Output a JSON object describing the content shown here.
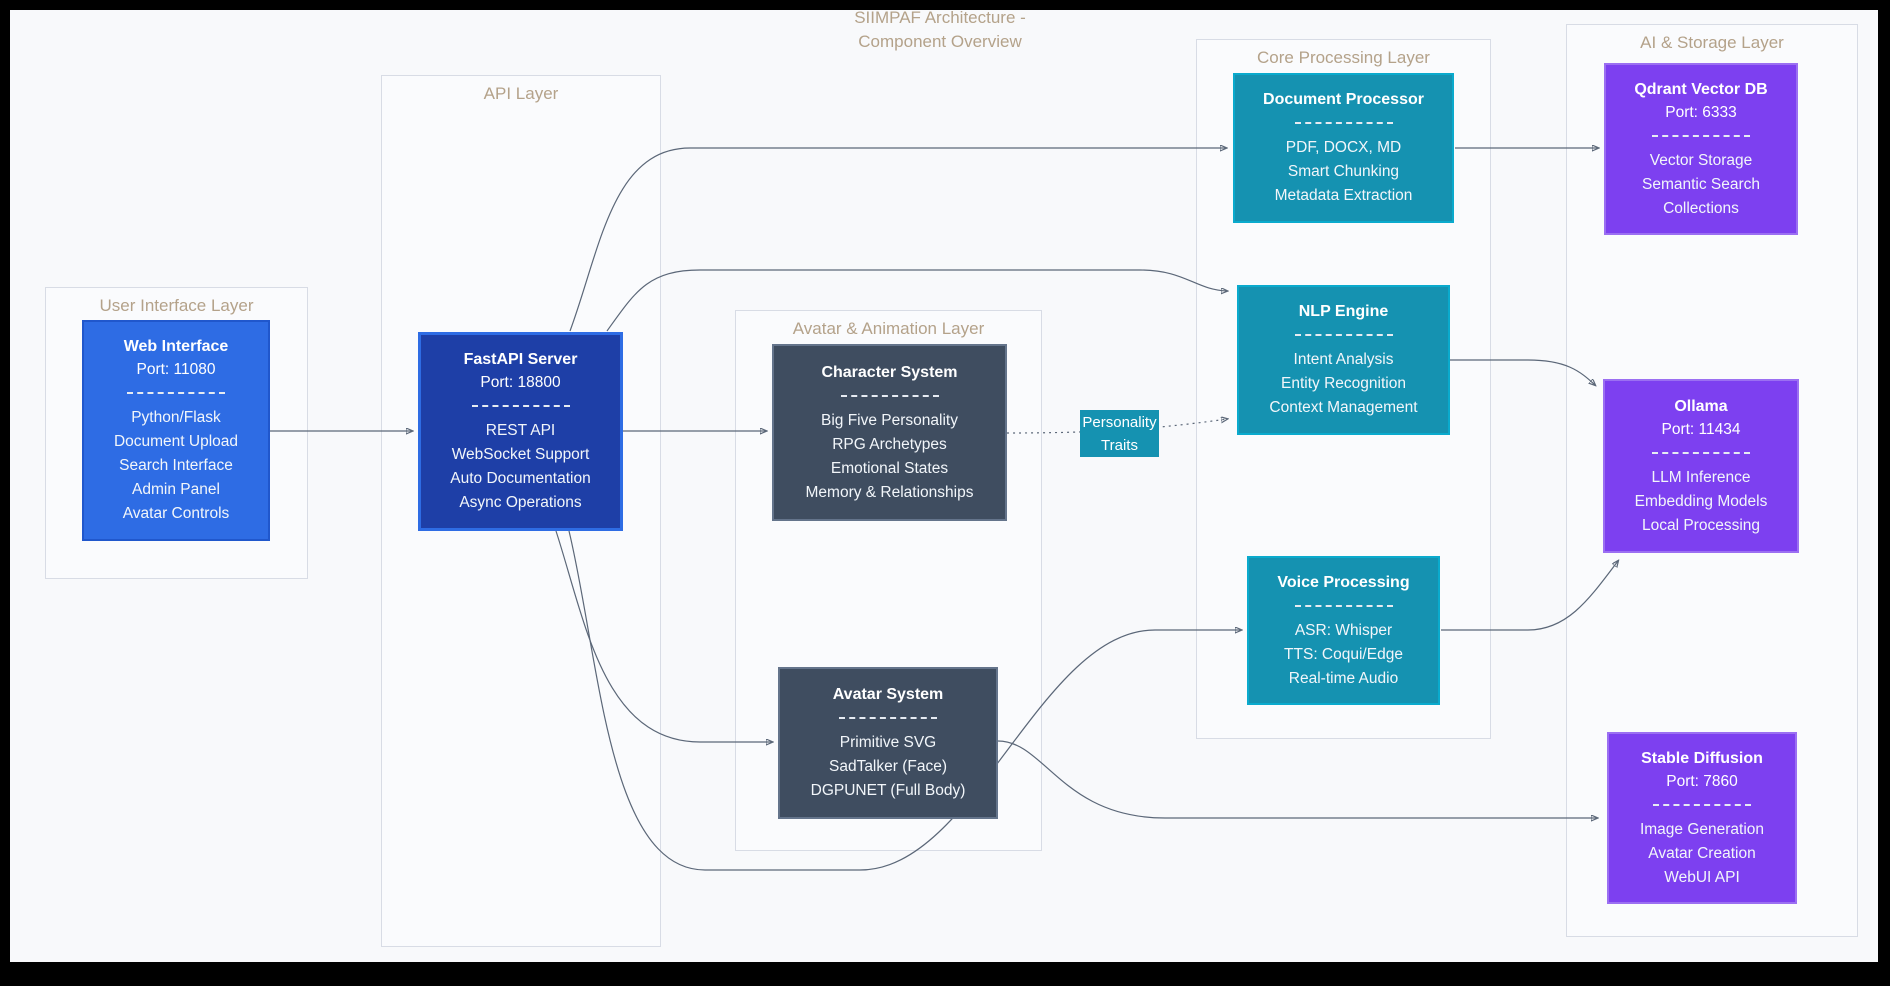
{
  "title": {
    "line1": "SIIMPAF Architecture -",
    "line2": "Component Overview"
  },
  "colors": {
    "canvas_bg": "#f8f9fb",
    "frame": "#000000",
    "container_border": "#d8dce5",
    "layer_label": "#b4a28a",
    "edge": "#5b6778",
    "blue_fill": "#2e6ce4",
    "blue_stroke": "#2057cc",
    "darkblue_fill": "#1e3fa7",
    "darkblue_stroke": "#2e6ce4",
    "slate_fill": "#3f4d60",
    "slate_stroke": "#64748b",
    "teal_fill": "#1592b1",
    "teal_stroke": "#0aaacd",
    "purple_fill": "#7d40f0",
    "purple_stroke": "#9b6ff2"
  },
  "layers": {
    "ui": {
      "label": "User Interface Layer"
    },
    "api": {
      "label": "API Layer"
    },
    "avatar": {
      "label": "Avatar & Animation Layer"
    },
    "core": {
      "label": "Core Processing Layer"
    },
    "ai": {
      "label": "AI & Storage Layer"
    }
  },
  "nodes": {
    "web_interface": {
      "title": "Web Interface",
      "port": "Port: 11080",
      "items": [
        "Python/Flask",
        "Document Upload",
        "Search Interface",
        "Admin Panel",
        "Avatar Controls"
      ]
    },
    "fastapi_server": {
      "title": "FastAPI Server",
      "port": "Port: 18800",
      "items": [
        "REST API",
        "WebSocket Support",
        "Auto Documentation",
        "Async Operations"
      ]
    },
    "character_system": {
      "title": "Character System",
      "items": [
        "Big Five Personality",
        "RPG Archetypes",
        "Emotional States",
        "Memory & Relationships"
      ]
    },
    "avatar_system": {
      "title": "Avatar System",
      "items": [
        "Primitive SVG",
        "SadTalker (Face)",
        "DGPUNET (Full Body)"
      ]
    },
    "document_processor": {
      "title": "Document Processor",
      "items": [
        "PDF, DOCX, MD",
        "Smart Chunking",
        "Metadata Extraction"
      ]
    },
    "nlp_engine": {
      "title": "NLP Engine",
      "items": [
        "Intent Analysis",
        "Entity Recognition",
        "Context Management"
      ]
    },
    "voice_processing": {
      "title": "Voice Processing",
      "items": [
        "ASR: Whisper",
        "TTS: Coqui/Edge",
        "Real-time Audio"
      ]
    },
    "qdrant": {
      "title": "Qdrant Vector DB",
      "port": "Port: 6333",
      "items": [
        "Vector Storage",
        "Semantic Search",
        "Collections"
      ]
    },
    "ollama": {
      "title": "Ollama",
      "port": "Port: 11434",
      "items": [
        "LLM Inference",
        "Embedding Models",
        "Local Processing"
      ]
    },
    "stable_diffusion": {
      "title": "Stable Diffusion",
      "port": "Port: 7860",
      "items": [
        "Image Generation",
        "Avatar Creation",
        "WebUI API"
      ]
    }
  },
  "edge_labels": {
    "personality_traits": {
      "line1": "Personality",
      "line2": "Traits"
    }
  }
}
